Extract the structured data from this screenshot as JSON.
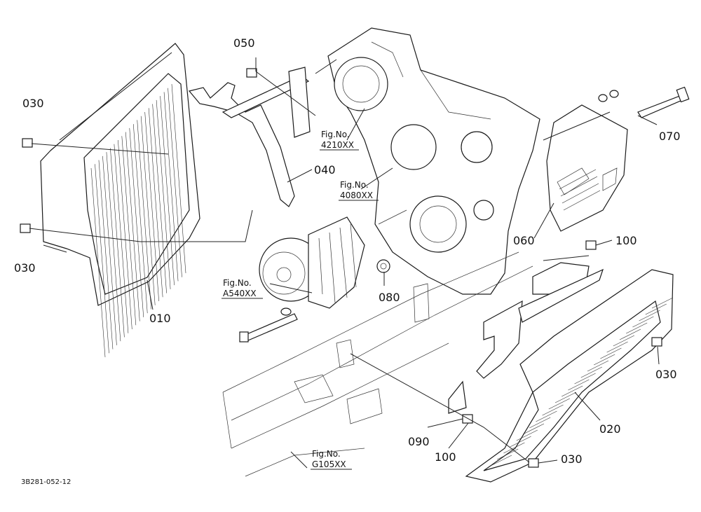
{
  "callouts": {
    "p010": "010",
    "p020": "020",
    "p030_a": "030",
    "p030_b": "030",
    "p030_c": "030",
    "p030_d": "030",
    "p040": "040",
    "p050": "050",
    "p060": "060",
    "p070": "070",
    "p080": "080",
    "p090": "090",
    "p100_a": "100",
    "p100_b": "100"
  },
  "figure_refs": {
    "f4210": {
      "label": "Fig.No.",
      "code": "4210XX"
    },
    "f4080": {
      "label": "Fig.No.",
      "code": "4080XX"
    },
    "fA540": {
      "label": "Fig.No.",
      "code": "A540XX"
    },
    "fG105": {
      "label": "Fig.No.",
      "code": "G105XX"
    }
  },
  "doc_id": "3B281-052-12"
}
